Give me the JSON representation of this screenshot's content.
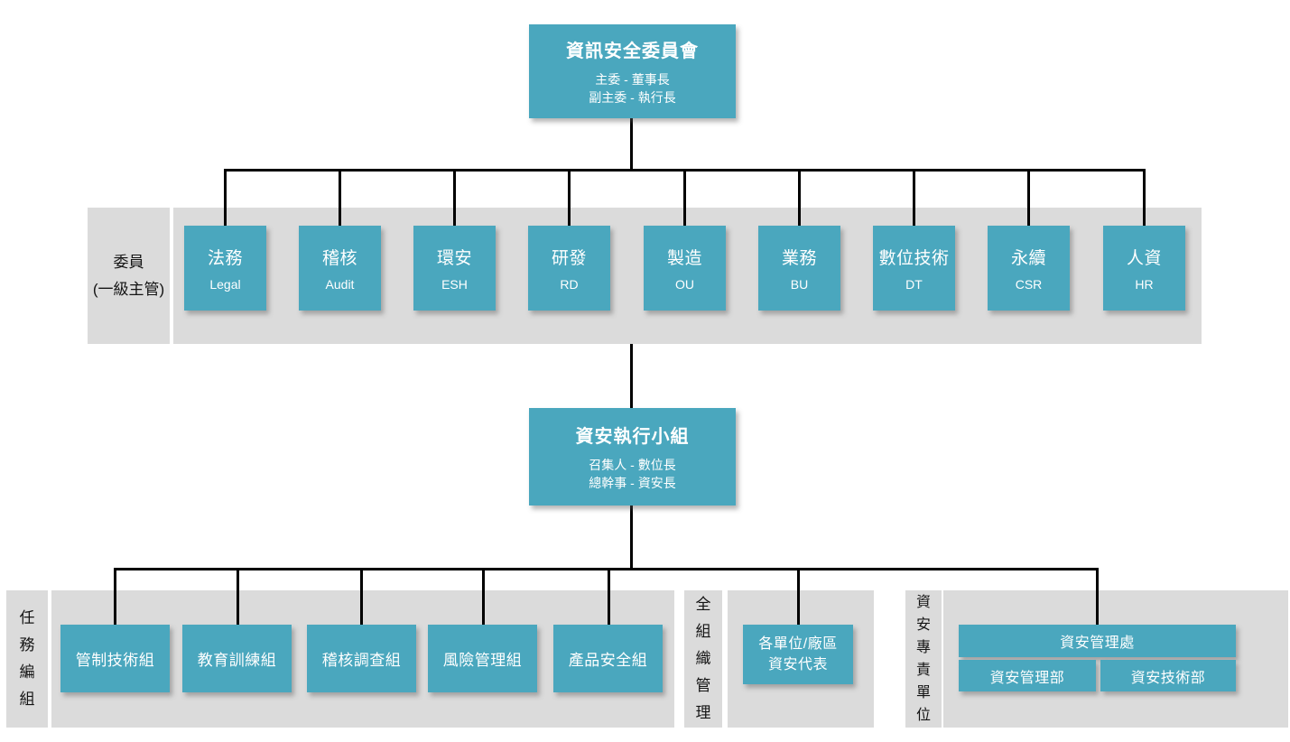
{
  "colors": {
    "node_fill": "#4aa7be",
    "band_fill": "#dbdbdb",
    "line": "#000000",
    "node_text": "#ffffff",
    "label_text": "#141414"
  },
  "top_node": {
    "title": "資訊安全委員會",
    "line1": "主委 - 董事長",
    "line2": "副主委 - 執行長"
  },
  "committee_row": {
    "label_line1": "委員",
    "label_line2": "(一級主管)",
    "members": [
      {
        "zh": "法務",
        "en": "Legal"
      },
      {
        "zh": "稽核",
        "en": "Audit"
      },
      {
        "zh": "環安",
        "en": "ESH"
      },
      {
        "zh": "研發",
        "en": "RD"
      },
      {
        "zh": "製造",
        "en": "OU"
      },
      {
        "zh": "業務",
        "en": "BU"
      },
      {
        "zh": "數位技術",
        "en": "DT"
      },
      {
        "zh": "永續",
        "en": "CSR"
      },
      {
        "zh": "人資",
        "en": "HR"
      }
    ]
  },
  "exec_node": {
    "title": "資安執行小組",
    "line1": "召集人 - 數位長",
    "line2": "總幹事 - 資安長"
  },
  "task_group": {
    "label": "任\n務\n編\n組",
    "teams": [
      "管制技術組",
      "教育訓練組",
      "稽核調查組",
      "風險管理組",
      "產品安全組"
    ]
  },
  "org_wide": {
    "label": "全\n組\n織\n管\n理",
    "box_line1": "各單位/廠區",
    "box_line2": "資安代表"
  },
  "dedicated_unit": {
    "label": "資\n安\n專\n責\n單\n位",
    "dept": "資安管理處",
    "sub1": "資安管理部",
    "sub2": "資安技術部"
  }
}
